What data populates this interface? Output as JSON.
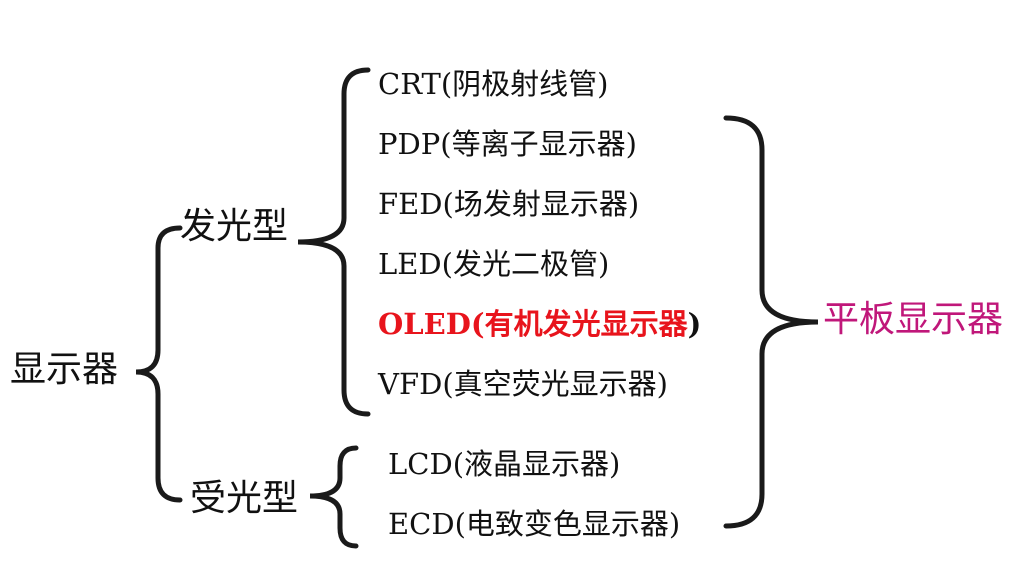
{
  "root": "显示器",
  "categories": [
    {
      "label": "发光型",
      "items": [
        "CRT(阴极射线管)",
        "PDP(等离子显示器)",
        "FED(场发射显示器)",
        "LED(发光二极管)",
        "VFD(真空荧光显示器)"
      ]
    },
    {
      "label": "受光型",
      "items": [
        "LCD(液晶显示器)",
        "ECD(电致变色显示器)"
      ]
    }
  ],
  "highlight": {
    "text": "OLED(有机发光显示器",
    "paren": ")",
    "color": "#e8141c"
  },
  "flat_panel": {
    "label": "平板显示器",
    "color": "#c0177a"
  },
  "colors": {
    "text": "#111111",
    "brace": "#1a1a1a"
  }
}
